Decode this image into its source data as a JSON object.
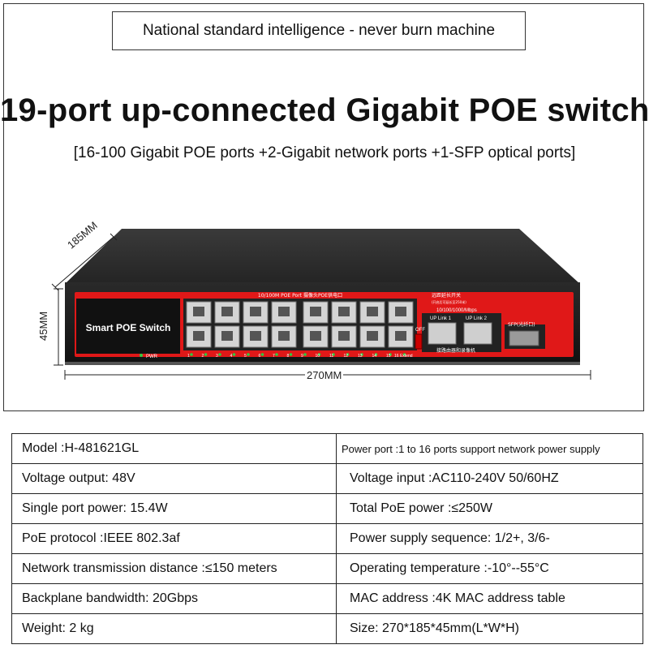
{
  "header": {
    "slogan": "National standard intelligence - never burn machine",
    "title": "19-port up-connected Gigabit POE switch",
    "subtitle": "[16-100 Gigabit POE ports +2-Gigabit network ports +1-SFP optical ports]"
  },
  "device": {
    "brand_label": "Smart POE Switch",
    "pwr_label": "PWR",
    "poe_port_label": "10/100M POE Port  摄像头POE供电口",
    "extend_label": "远距延长开关",
    "extend_note": "(开启后可延长至250米)",
    "off_label": "OFF",
    "extend_port_label": "16 Extend",
    "uplink_speed": "10/100/1000/Mbps",
    "uplink1": "UP Link 1",
    "uplink2": "UP Link 2",
    "uplink_note": "接路由器和录像机",
    "sfp_label": "SFP(光纤口)",
    "port_numbers": [
      "1",
      "2",
      "3",
      "4",
      "5",
      "6",
      "7",
      "8",
      "9",
      "10",
      "11",
      "12",
      "13",
      "14",
      "15"
    ]
  },
  "dimensions": {
    "depth": "185MM",
    "height": "45MM",
    "width": "270MM"
  },
  "specs": [
    {
      "left": "Model :H-481621GL",
      "right": "Power port :1 to 16 ports support network power supply"
    },
    {
      "left": "Voltage output: 48V",
      "right": "Voltage input :AC110-240V 50/60HZ"
    },
    {
      "left": "Single port power: 15.4W",
      "right": "Total PoE power :≤250W"
    },
    {
      "left": "PoE protocol :IEEE 802.3af",
      "right": "Power supply sequence: 1/2+, 3/6-"
    },
    {
      "left": "Network transmission distance :≤150 meters",
      "right": "Operating temperature :-10°--55°C"
    },
    {
      "left": "Backplane bandwidth: 20Gbps",
      "right": "MAC address :4K MAC address table"
    },
    {
      "left": "Weight: 2 kg",
      "right": "Size: 270*185*45mm(L*W*H)"
    }
  ],
  "colors": {
    "accent_red": "#e01818",
    "body_dark": "#1c1c1c",
    "led_green": "#2ecc40"
  }
}
